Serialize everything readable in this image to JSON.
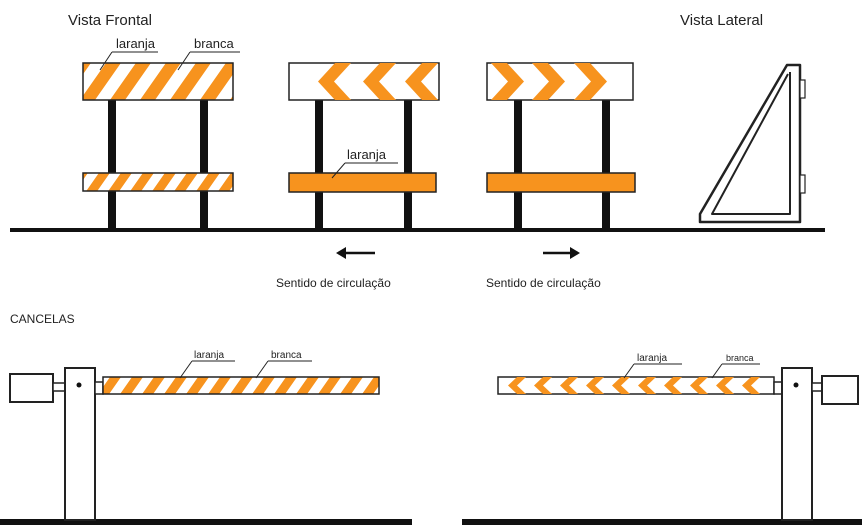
{
  "labels": {
    "front_view": "Vista Frontal",
    "side_view": "Vista Lateral",
    "orange_1": "laranja",
    "white_1": "branca",
    "orange_2": "laranja",
    "direction_left": "Sentido de circulação",
    "direction_right": "Sentido de circulação",
    "gates_heading": "CANCELAS",
    "gate1_orange": "laranja",
    "gate1_white": "branca",
    "gate2_orange": "laranja",
    "gate2_white": "branca"
  },
  "colors": {
    "orange": "#f7931e",
    "white": "#ffffff",
    "outline": "#222222",
    "ground": "#111111"
  },
  "icons": {
    "left_arrow": "arrow-left-icon",
    "right_arrow": "arrow-right-icon"
  }
}
